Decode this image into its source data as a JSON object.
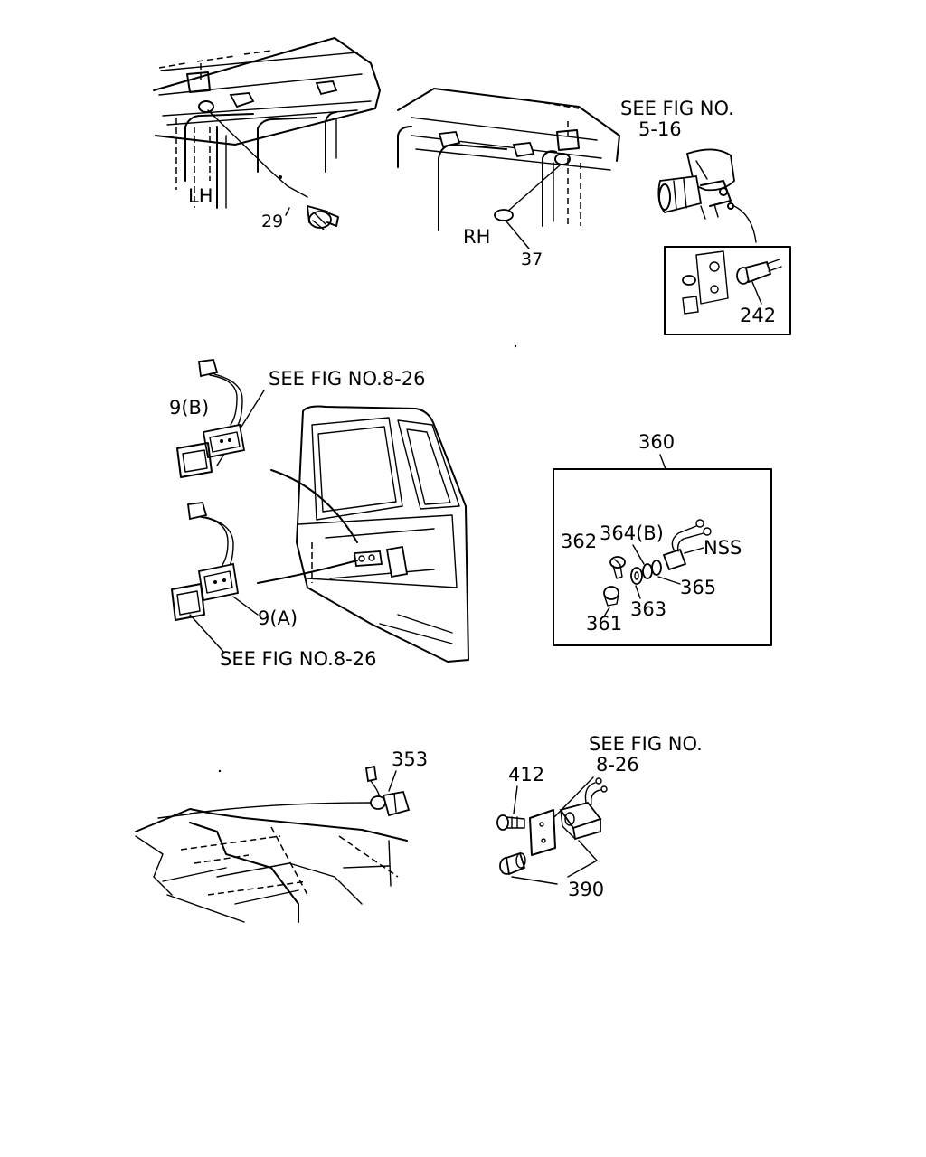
{
  "labels": {
    "lh": "LH",
    "rh": "RH",
    "p29": "29",
    "p37": "37",
    "see_fig_top_1": "SEE FIG NO.",
    "see_fig_top_2": "5-16",
    "p242": "242",
    "see_fig_826_top": "SEE FIG NO.8-26",
    "p9b": "9(B)",
    "p9a": "9(A)",
    "see_fig_826_bottom": "SEE FIG NO.8-26",
    "p360": "360",
    "p362": "362",
    "p364b": "364(B)",
    "nss": "NSS",
    "p365": "365",
    "p363": "363",
    "p361": "361",
    "p353": "353",
    "p412": "412",
    "see_fig_bot_1": "SEE FIG NO.",
    "see_fig_bot_2": "8-26",
    "p390": "390"
  }
}
